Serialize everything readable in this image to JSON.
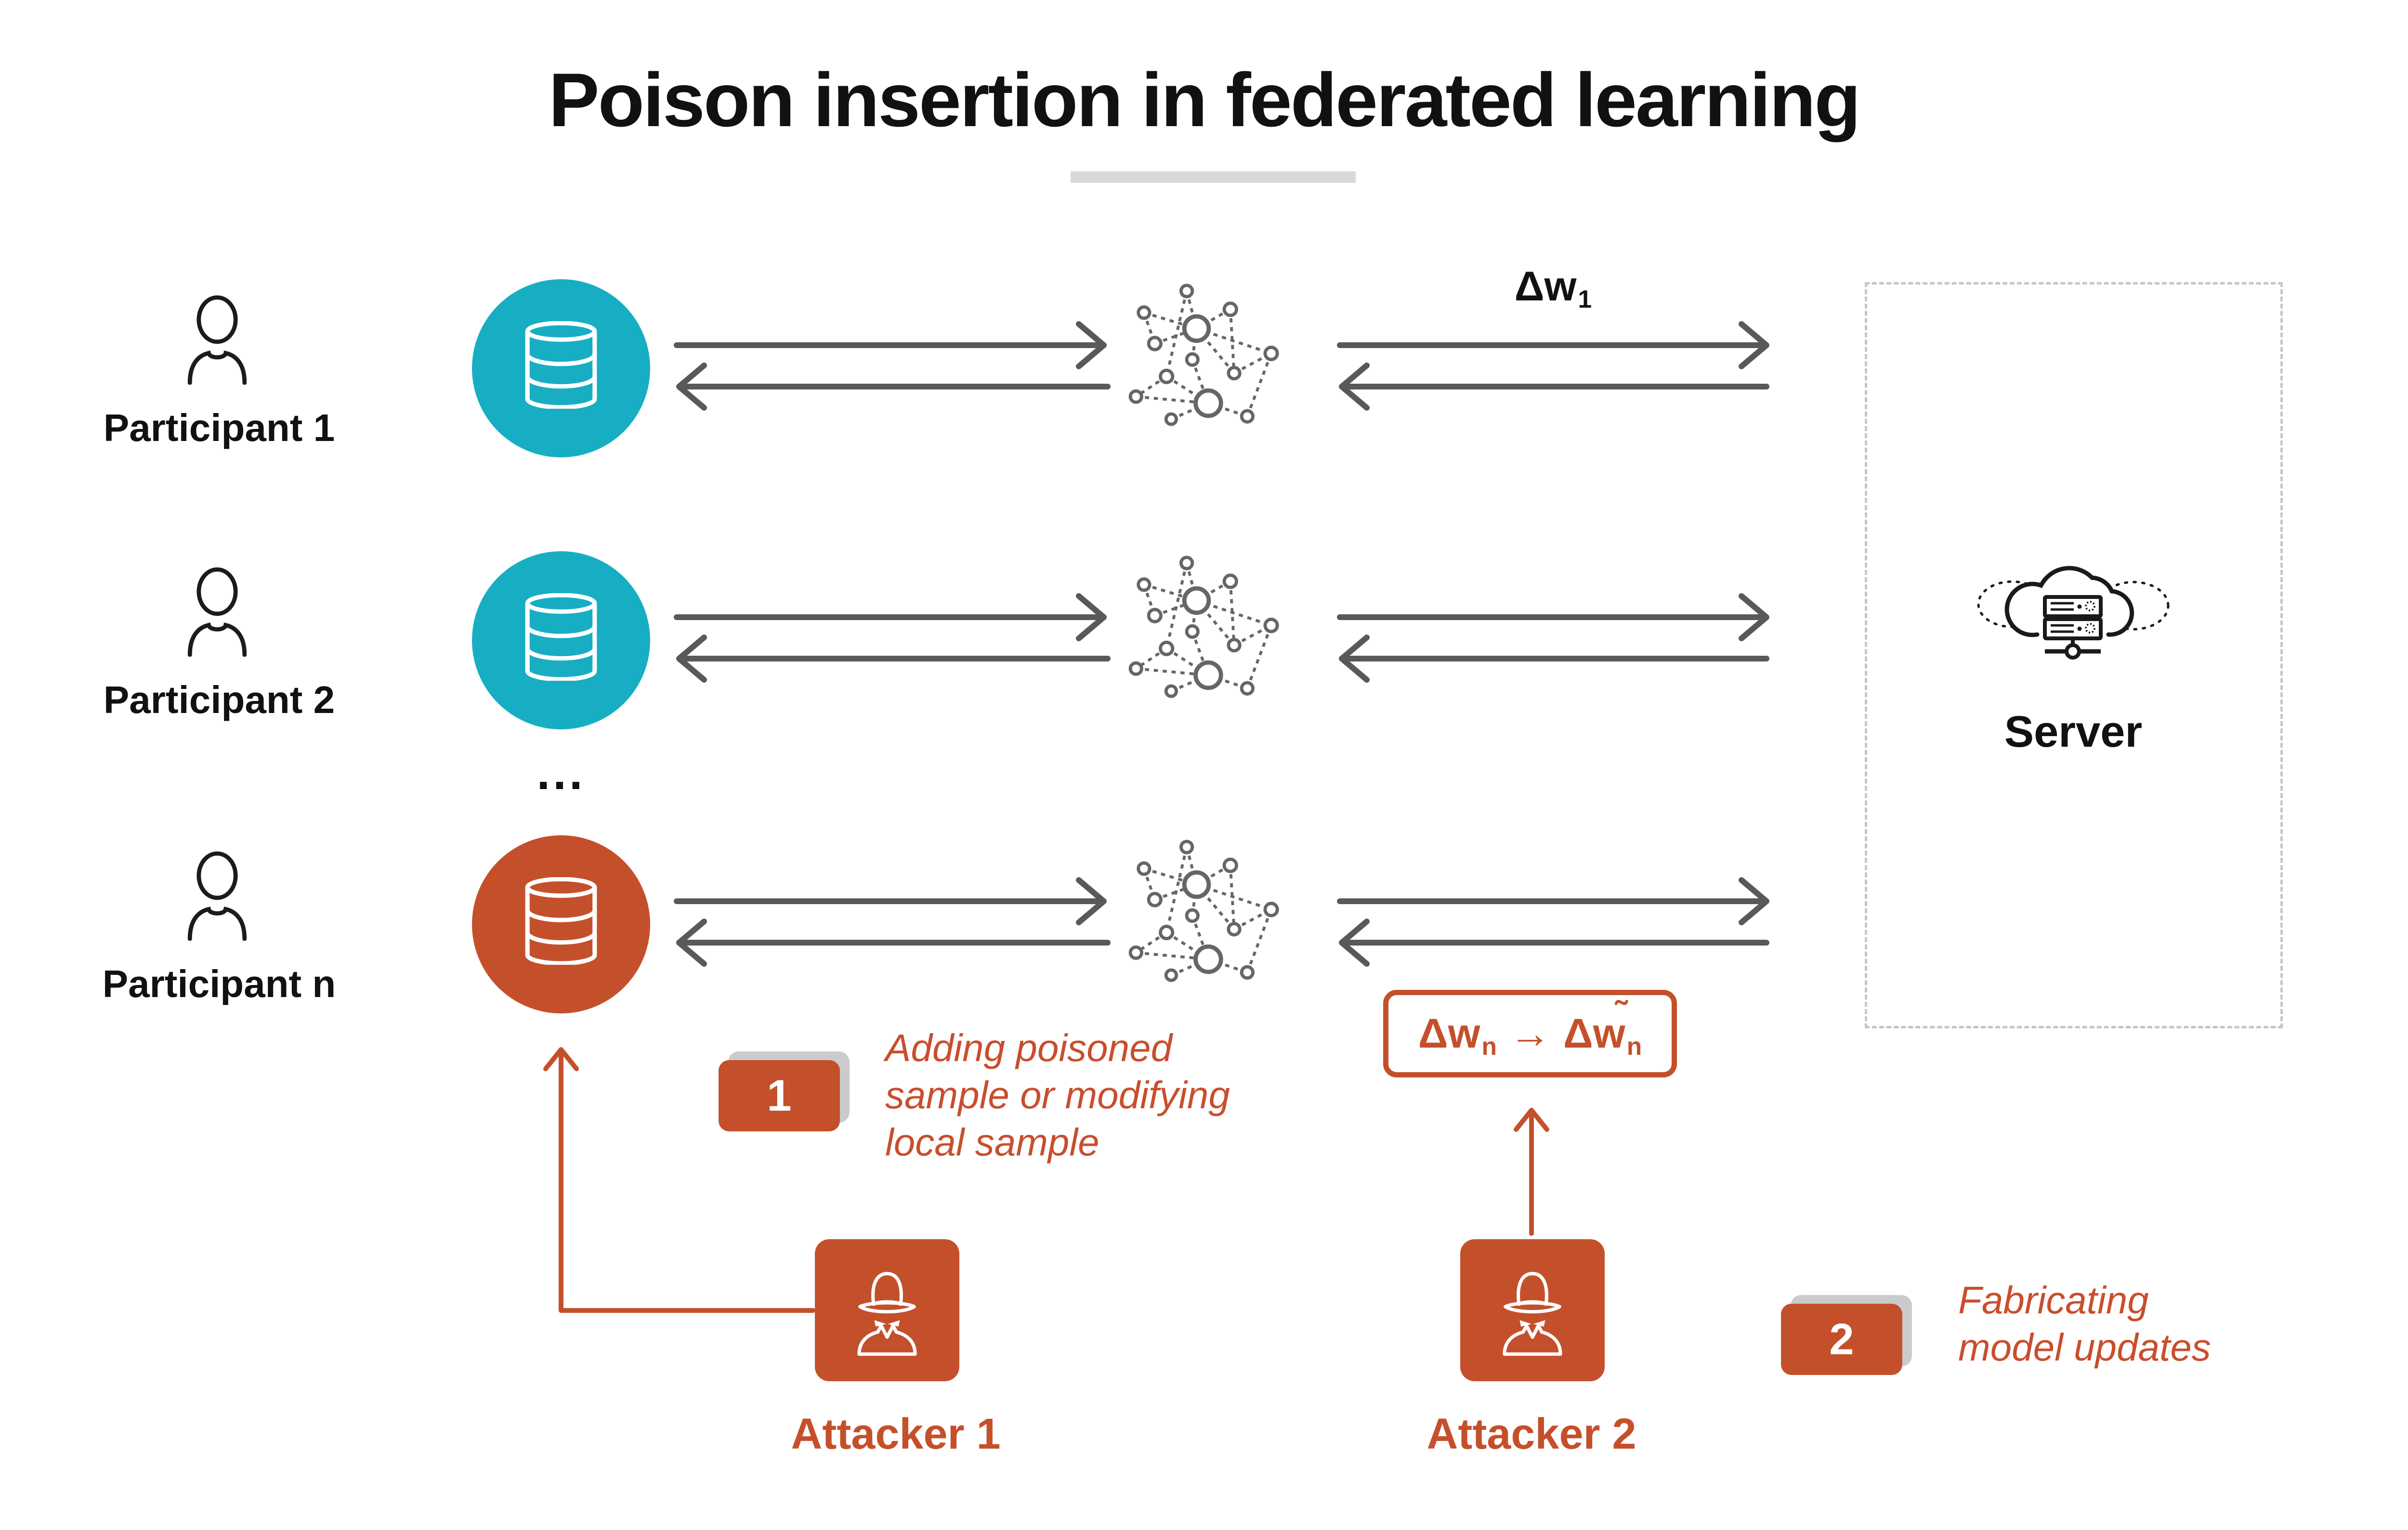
{
  "title": "Poison insertion in federated learning",
  "participants": [
    {
      "label": "Participant 1"
    },
    {
      "label": "Participant 2"
    },
    {
      "label": "Participant n"
    }
  ],
  "ellipsis": "...",
  "update_label": {
    "base": "Δw",
    "sub": "1"
  },
  "server": {
    "label": "Server"
  },
  "formula": {
    "lhs_base": "Δw",
    "lhs_sub": "n",
    "arrow_glyph": "→",
    "rhs_base": "Δw",
    "rhs_tilde": "˜",
    "rhs_sub": "n"
  },
  "steps": [
    {
      "badge": "1",
      "lines": [
        "Adding poisoned",
        "sample or modifying",
        "local sample"
      ]
    },
    {
      "badge": "2",
      "lines": [
        "Fabricating",
        "model updates"
      ]
    }
  ],
  "attackers": [
    {
      "label": "Attacker 1"
    },
    {
      "label": "Attacker 2"
    }
  ],
  "colors": {
    "teal": "#17aec3",
    "orange": "#c4502b",
    "arrow_gray": "#58595b",
    "network_gray": "#666666",
    "server_dash": "#c6c6c6",
    "divider_gray": "#d9d9d9",
    "badge_shadow": "#cbcbcb"
  }
}
